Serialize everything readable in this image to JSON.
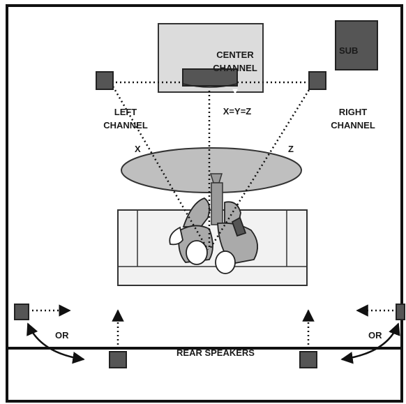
{
  "labels": {
    "center_line1": "CENTER",
    "center_line2": "CHANNEL",
    "sub": "SUB",
    "left_line1": "LEFT",
    "left_line2": "CHANNEL",
    "right_line1": "RIGHT",
    "right_line2": "CHANNEL",
    "equation": "X=Y=Z",
    "x": "X",
    "z": "Z",
    "or_left": "OR",
    "or_right": "OR",
    "rear": "REAR SPEAKERS"
  },
  "colors": {
    "border": "#111111",
    "tv": "#dcdcdc",
    "speaker": "#555555",
    "table": "#bfbfbf",
    "sofa": "#f2f2f2",
    "people": "#aaaaaa"
  }
}
